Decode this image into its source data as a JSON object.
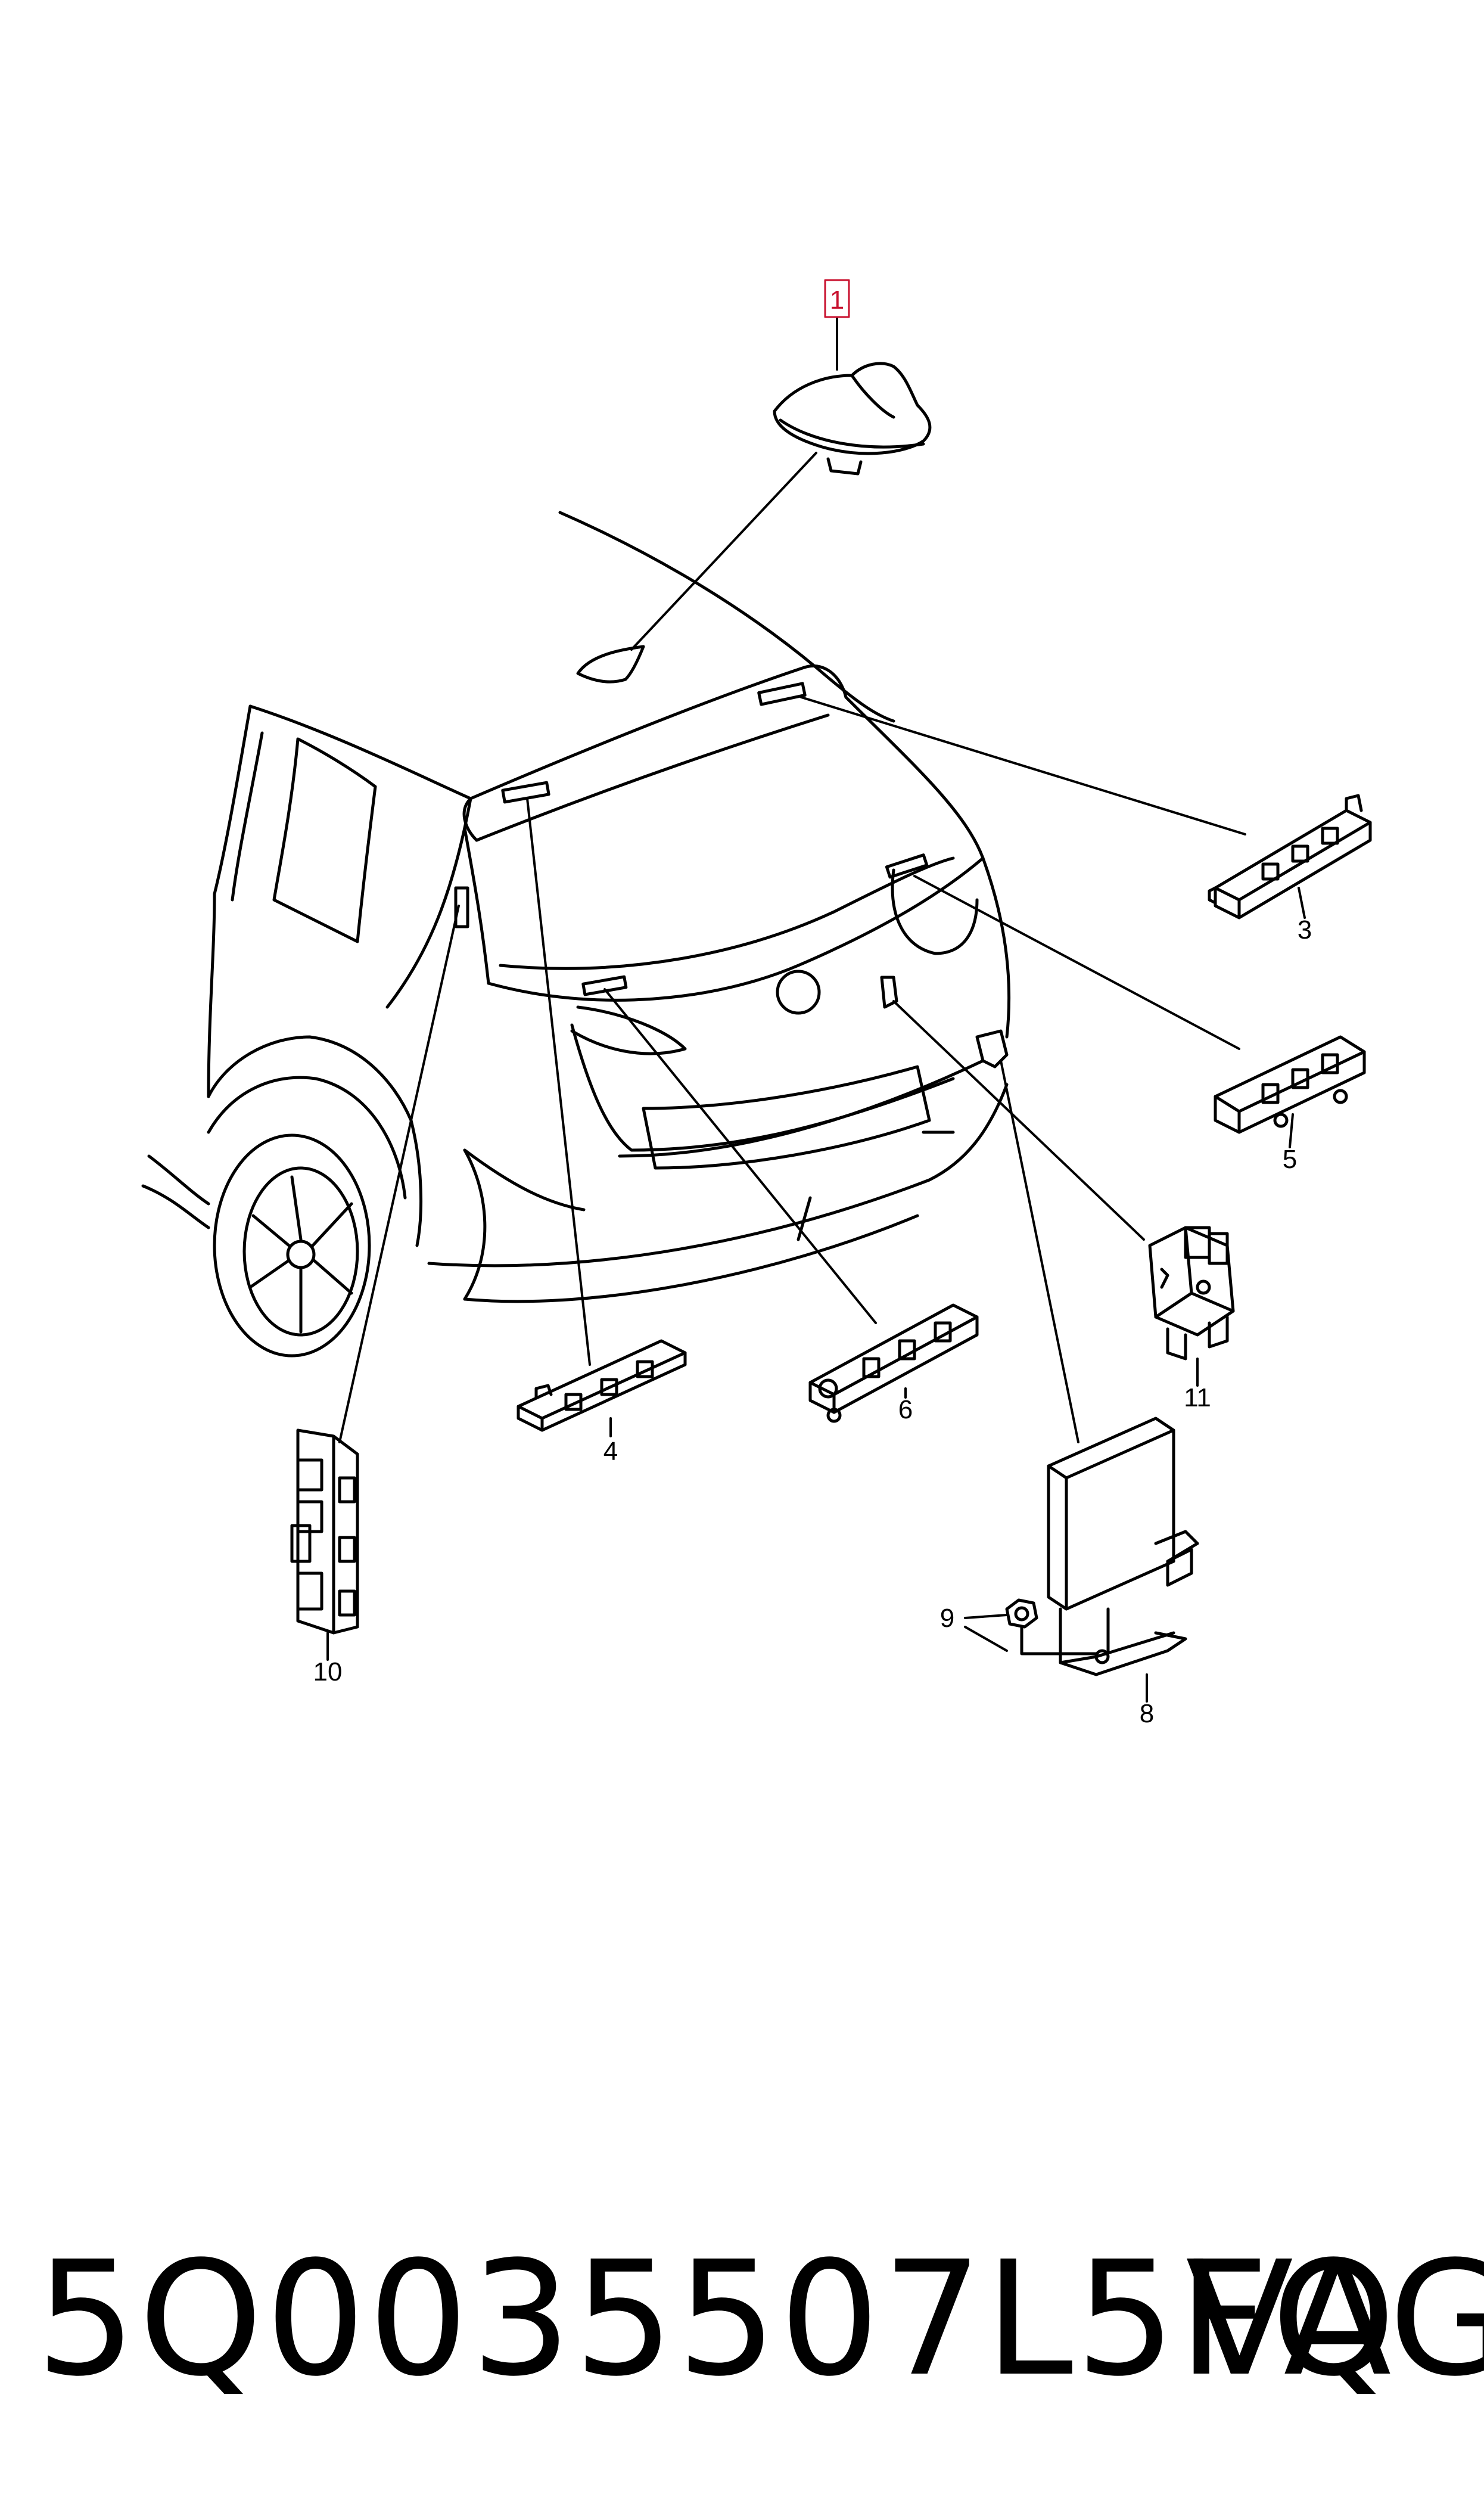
{
  "diagram": {
    "callouts": [
      {
        "id": "1",
        "label": "1",
        "highlighted": true
      },
      {
        "id": "3",
        "label": "3"
      },
      {
        "id": "4",
        "label": "4"
      },
      {
        "id": "5",
        "label": "5"
      },
      {
        "id": "6",
        "label": "6"
      },
      {
        "id": "8",
        "label": "8"
      },
      {
        "id": "9",
        "label": "9"
      },
      {
        "id": "10",
        "label": "10"
      },
      {
        "id": "11",
        "label": "11"
      }
    ],
    "highlight_color": "#c8102e",
    "line_color": "#000000"
  },
  "footer": {
    "part_number": "5Q0035507L5FQ",
    "brand": "VAG"
  }
}
